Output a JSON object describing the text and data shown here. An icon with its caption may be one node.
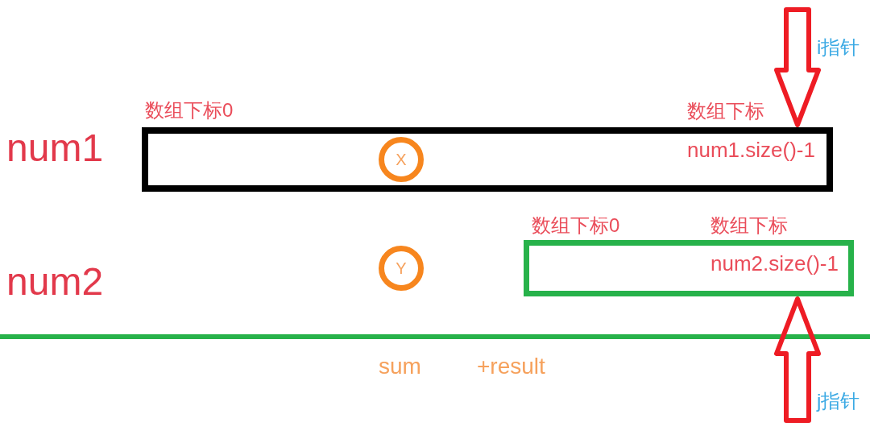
{
  "diagram": {
    "nodes": [
      {
        "text": [
          "num1.size()-1"
        ],
        "beside": [
          "数组下标0",
          "数组下标"
        ]
      },
      {
        "text": [
          "X"
        ],
        "in": 0
      },
      {
        "text": [
          "Y"
        ]
      },
      {
        "text": [
          "num2.size()-1"
        ],
        "beside": [
          "数组下标0",
          "数组下标"
        ]
      }
    ],
    "edges": [
      {
        "from": null,
        "to": 0,
        "arrow": "to",
        "label": "i指针",
        "style": "thick"
      },
      {
        "from": null,
        "to": 3,
        "arrow": "to",
        "label": "j指针",
        "style": "thick"
      }
    ],
    "labels": [
      "num1",
      "num2",
      "sum",
      "+result"
    ]
  }
}
